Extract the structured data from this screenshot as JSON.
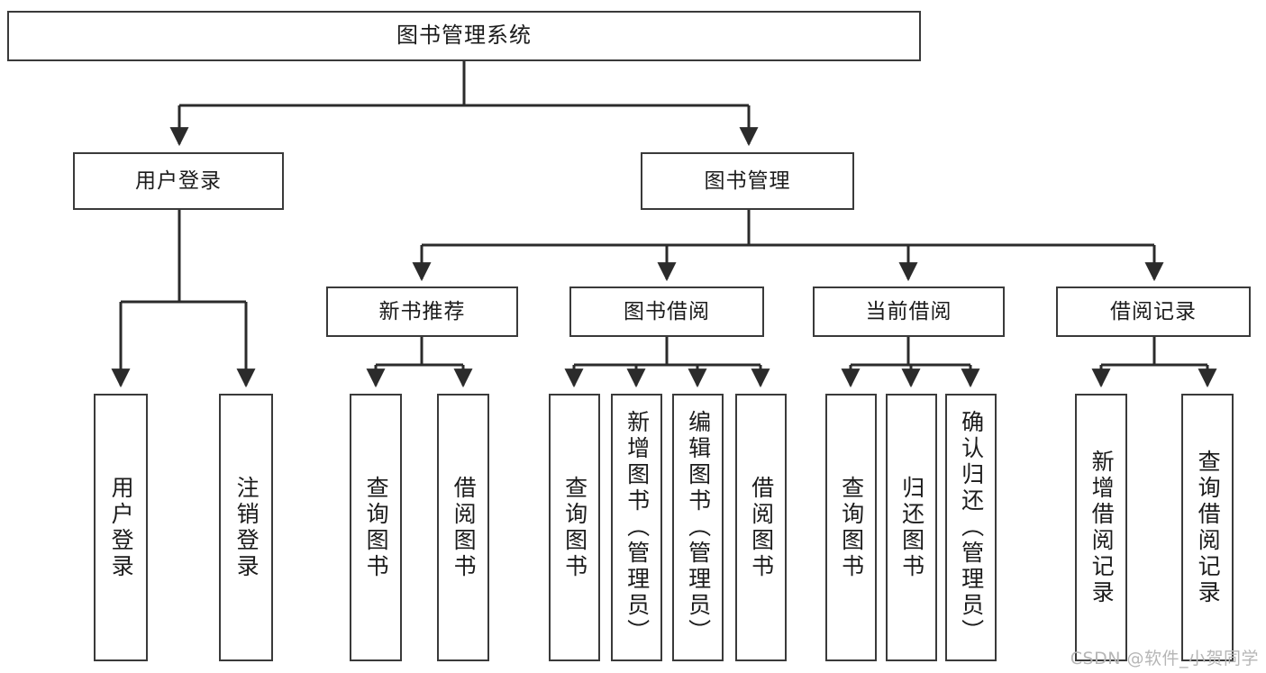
{
  "diagram": {
    "title": "图书管理系统",
    "type": "tree-hierarchy-chart",
    "colors": {
      "box_border": "#3a3a3a",
      "box_fill": "#ffffff",
      "edge": "#2b2b2b",
      "text": "#1b1b1b",
      "watermark": "#b6b6b6",
      "background": "#ffffff"
    },
    "watermark": "CSDN @软件_小贺同学"
  },
  "nodes": {
    "root": {
      "label": "图书管理系统"
    },
    "level1": [
      {
        "id": "user-login",
        "label": "用户登录"
      },
      {
        "id": "book-manage",
        "label": "图书管理"
      }
    ],
    "level2": [
      {
        "id": "new-book-recommend",
        "label": "新书推荐"
      },
      {
        "id": "book-borrow",
        "label": "图书借阅"
      },
      {
        "id": "current-borrow",
        "label": "当前借阅"
      },
      {
        "id": "borrow-record",
        "label": "借阅记录"
      }
    ],
    "leaves": {
      "user_login": [
        {
          "id": "leaf-user-login",
          "label": "用户登录"
        },
        {
          "id": "leaf-logout-login",
          "label": "注销登录"
        }
      ],
      "new_book_recommend": [
        {
          "id": "leaf-query-book-1",
          "label": "查询图书"
        },
        {
          "id": "leaf-borrow-book-1",
          "label": "借阅图书"
        }
      ],
      "book_borrow": [
        {
          "id": "leaf-query-book-2",
          "label": "查询图书"
        },
        {
          "id": "leaf-add-book",
          "label": "新增图书（管理员）"
        },
        {
          "id": "leaf-edit-book",
          "label": "编辑图书（管理员）"
        },
        {
          "id": "leaf-borrow-book-2",
          "label": "借阅图书"
        }
      ],
      "current_borrow": [
        {
          "id": "leaf-query-book-3",
          "label": "查询图书"
        },
        {
          "id": "leaf-return-book",
          "label": "归还图书"
        },
        {
          "id": "leaf-confirm-return",
          "label": "确认归还（管理员）"
        }
      ],
      "borrow_record": [
        {
          "id": "leaf-add-record",
          "label": "新增借阅记录"
        },
        {
          "id": "leaf-query-record",
          "label": "查询借阅记录"
        }
      ]
    }
  }
}
